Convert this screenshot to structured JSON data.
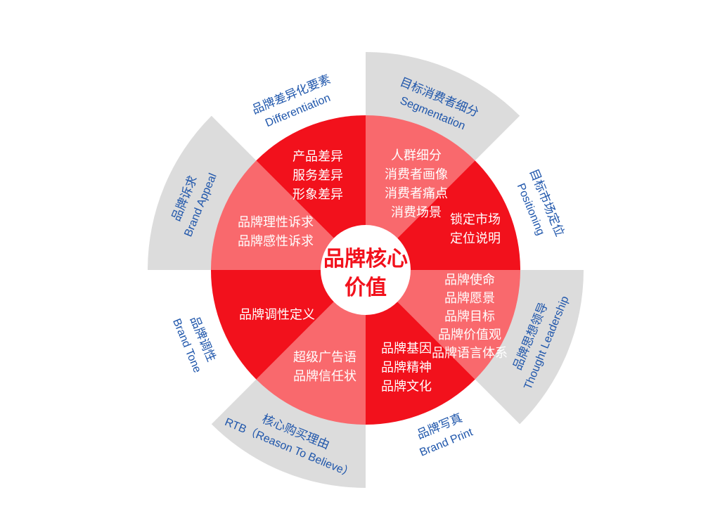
{
  "colors": {
    "bright_red": "#f2111c",
    "light_red": "#f9696d",
    "gray_arc": "#dcdcdc",
    "label_blue": "#1f56ab",
    "sector_text_white": "#ffffff",
    "center_text_red": "#f2111c",
    "background": "#ffffff"
  },
  "wheel": {
    "center": {
      "line1": "品牌核心",
      "line2": "价值"
    },
    "sectors": [
      {
        "id": "segmentation",
        "tone": "light",
        "lines": [
          "人群细分",
          "消费者画像",
          "消费者痛点",
          "消费场景"
        ]
      },
      {
        "id": "positioning",
        "tone": "bright",
        "lines": [
          "锁定市场",
          "定位说明"
        ]
      },
      {
        "id": "thought-leadership",
        "tone": "light",
        "lines": [
          "品牌使命",
          "品牌愿景",
          "品牌目标",
          "品牌价值观",
          "品牌语言体系"
        ]
      },
      {
        "id": "brand-print",
        "tone": "bright",
        "lines": [
          "品牌基因",
          "品牌精神",
          "品牌文化"
        ]
      },
      {
        "id": "rtb",
        "tone": "light",
        "lines": [
          "超级广告语",
          "品牌信任状"
        ]
      },
      {
        "id": "brand-tone",
        "tone": "bright",
        "lines": [
          "品牌调性定义"
        ]
      },
      {
        "id": "brand-appeal",
        "tone": "light",
        "lines": [
          "品牌理性诉求",
          "品牌感性诉求"
        ]
      },
      {
        "id": "differentiation",
        "tone": "bright",
        "lines": [
          "产品差异",
          "服务差异",
          "形象差异"
        ]
      }
    ],
    "labels": [
      {
        "id": "differentiation",
        "zh": "品牌差异化要素",
        "en": "Differentiation"
      },
      {
        "id": "segmentation",
        "zh": "目标消费者细分",
        "en": "Segmentation"
      },
      {
        "id": "positioning",
        "zh": "目标市场定位",
        "en": "Positioning"
      },
      {
        "id": "thought-leadership",
        "zh": "品牌思想领导",
        "en": "Thought Leadership"
      },
      {
        "id": "brand-print",
        "zh": "品牌写真",
        "en": "Brand Print"
      },
      {
        "id": "rtb",
        "zh": "核心购买理由",
        "en": "RTB（Reason To Believe）"
      },
      {
        "id": "brand-tone",
        "zh": "品牌调性",
        "en": "Brand Tone"
      },
      {
        "id": "brand-appeal",
        "zh": "品牌诉求",
        "en": "Brand Appeal"
      }
    ]
  }
}
